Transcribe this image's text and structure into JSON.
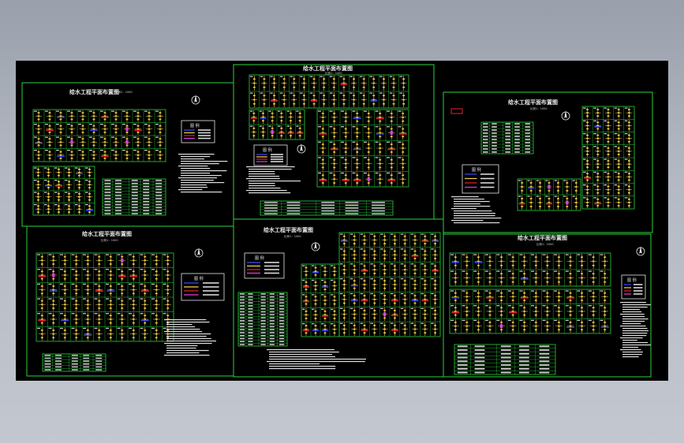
{
  "viewport": {
    "background": "#000000"
  },
  "colors": {
    "frame": "#2bd43b",
    "grid": "#2bd43b",
    "node": "#f2d24a",
    "pipe_red": "#e8202a",
    "pipe_blue": "#3a4dff",
    "pipe_magenta": "#e040e0",
    "text": "#e8e8e8"
  },
  "sheets": [
    {
      "id": "sheet-1",
      "title": "给水工程平面布置图",
      "scale": "比例1：1000",
      "legend_title": "图  例"
    },
    {
      "id": "sheet-2",
      "title": "给水工程平面布置图",
      "scale": "比例1：1000",
      "legend_title": "图  例"
    },
    {
      "id": "sheet-3",
      "title": "给水工程平面布置图",
      "scale": "比例1：1000",
      "legend_title": "图  例"
    },
    {
      "id": "sheet-4",
      "title": "给水工程平面布置图",
      "scale": "比例1：1000",
      "legend_title": "图  例"
    },
    {
      "id": "sheet-5",
      "title": "给水工程平面布置图",
      "scale": "比例1：1000",
      "legend_title": "图  例"
    },
    {
      "id": "sheet-6",
      "title": "给水工程平面布置图",
      "scale": "比例1：1000",
      "legend_title": "图  例"
    }
  ]
}
